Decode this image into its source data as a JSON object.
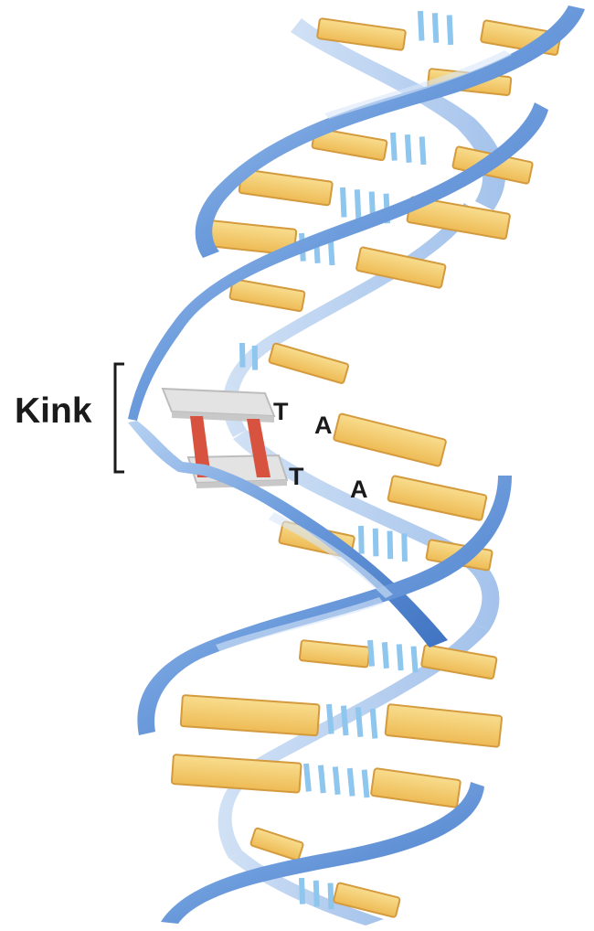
{
  "labels": {
    "kink": "Kink",
    "base_t_upper": "T",
    "base_a_upper": "A",
    "base_t_lower": "T",
    "base_a_lower": "A"
  },
  "colors": {
    "backbone": "#5b8fd6",
    "backbone_light": "#a9c8ef",
    "backbone_dark": "#3a6fbe",
    "base_pair": "#f4cd72",
    "base_pair_edge": "#d49a3e",
    "hydrogen_bond": "#9ccbee",
    "kink_base": "#dcdcdc",
    "kink_bond": "#d8533f",
    "label": "#1a1a1a"
  },
  "icons": [
    "dna-double-helix",
    "kink-bracket"
  ]
}
